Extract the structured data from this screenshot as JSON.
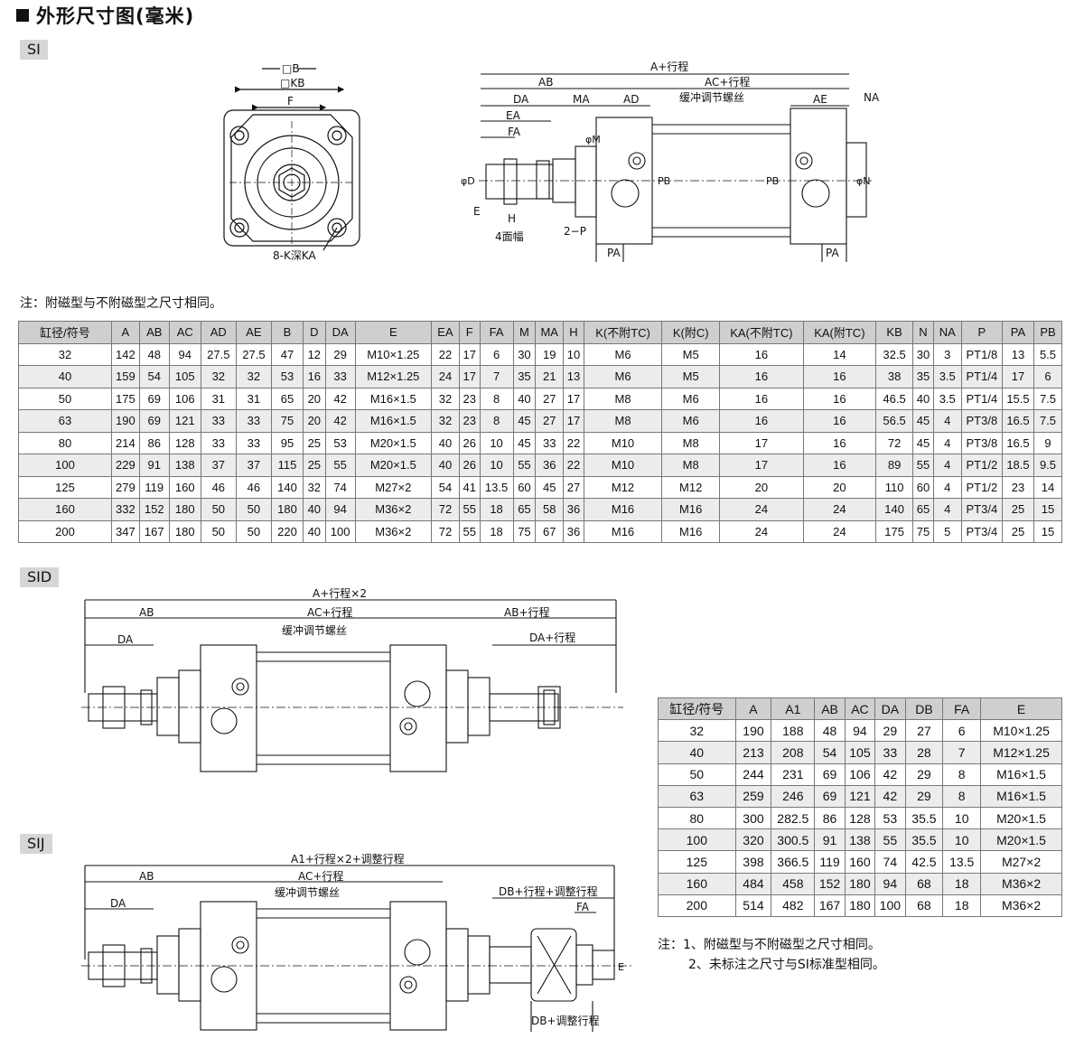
{
  "page_title": "外形尺寸图(毫米)",
  "sections": {
    "si": "SI",
    "sid": "SID",
    "sij": "SIJ"
  },
  "note1": "注：附磁型与不附磁型之尺寸相同。",
  "note2_line1": "注：1、附磁型与不附磁型之尺寸相同。",
  "note2_line2": "2、未标注之尺寸与SI标准型相同。",
  "si_front": {
    "b": "□B",
    "kb": "□KB",
    "f": "F",
    "hole": "8-K深KA"
  },
  "si_side": {
    "a_stroke": "A+行程",
    "ab": "AB",
    "ac_stroke": "AC+行程",
    "da": "DA",
    "ma": "MA",
    "ad": "AD",
    "ae": "AE",
    "na": "NA",
    "cushion": "缓冲调节螺丝",
    "ea": "EA",
    "fa": "FA",
    "phi_m": "φM",
    "phi_d": "φD",
    "pb": "PB",
    "phi_n": "φN",
    "e": "E",
    "h": "H",
    "four_face": "4面幅",
    "two_p": "2−P",
    "pa": "PA"
  },
  "sid": {
    "a_stroke2": "A+行程×2",
    "ab": "AB",
    "ac_stroke": "AC+行程",
    "ab_stroke": "AB+行程",
    "da": "DA",
    "da_stroke": "DA+行程",
    "cushion": "缓冲调节螺丝"
  },
  "sij": {
    "a1": "A1+行程×2+调整行程",
    "ab": "AB",
    "ac_stroke": "AC+行程",
    "da": "DA",
    "cushion": "缓冲调节螺丝",
    "db_stroke": "DB+行程+调整行程",
    "fa": "FA",
    "e": "E",
    "db_adjust": "DB+调整行程"
  },
  "table1": {
    "headers": [
      "缸径/符号",
      "A",
      "AB",
      "AC",
      "AD",
      "AE",
      "B",
      "D",
      "DA",
      "E",
      "EA",
      "F",
      "FA",
      "M",
      "MA",
      "H",
      "K(不附TC)",
      "K(附C)",
      "KA(不附TC)",
      "KA(附TC)",
      "KB",
      "N",
      "NA",
      "P",
      "PA",
      "PB"
    ],
    "rows": [
      [
        "32",
        "142",
        "48",
        "94",
        "27.5",
        "27.5",
        "47",
        "12",
        "29",
        "M10×1.25",
        "22",
        "17",
        "6",
        "30",
        "19",
        "10",
        "M6",
        "M5",
        "16",
        "14",
        "32.5",
        "30",
        "3",
        "PT1/8",
        "13",
        "5.5"
      ],
      [
        "40",
        "159",
        "54",
        "105",
        "32",
        "32",
        "53",
        "16",
        "33",
        "M12×1.25",
        "24",
        "17",
        "7",
        "35",
        "21",
        "13",
        "M6",
        "M5",
        "16",
        "16",
        "38",
        "35",
        "3.5",
        "PT1/4",
        "17",
        "6"
      ],
      [
        "50",
        "175",
        "69",
        "106",
        "31",
        "31",
        "65",
        "20",
        "42",
        "M16×1.5",
        "32",
        "23",
        "8",
        "40",
        "27",
        "17",
        "M8",
        "M6",
        "16",
        "16",
        "46.5",
        "40",
        "3.5",
        "PT1/4",
        "15.5",
        "7.5"
      ],
      [
        "63",
        "190",
        "69",
        "121",
        "33",
        "33",
        "75",
        "20",
        "42",
        "M16×1.5",
        "32",
        "23",
        "8",
        "45",
        "27",
        "17",
        "M8",
        "M6",
        "16",
        "16",
        "56.5",
        "45",
        "4",
        "PT3/8",
        "16.5",
        "7.5"
      ],
      [
        "80",
        "214",
        "86",
        "128",
        "33",
        "33",
        "95",
        "25",
        "53",
        "M20×1.5",
        "40",
        "26",
        "10",
        "45",
        "33",
        "22",
        "M10",
        "M8",
        "17",
        "16",
        "72",
        "45",
        "4",
        "PT3/8",
        "16.5",
        "9"
      ],
      [
        "100",
        "229",
        "91",
        "138",
        "37",
        "37",
        "115",
        "25",
        "55",
        "M20×1.5",
        "40",
        "26",
        "10",
        "55",
        "36",
        "22",
        "M10",
        "M8",
        "17",
        "16",
        "89",
        "55",
        "4",
        "PT1/2",
        "18.5",
        "9.5"
      ],
      [
        "125",
        "279",
        "119",
        "160",
        "46",
        "46",
        "140",
        "32",
        "74",
        "M27×2",
        "54",
        "41",
        "13.5",
        "60",
        "45",
        "27",
        "M12",
        "M12",
        "20",
        "20",
        "110",
        "60",
        "4",
        "PT1/2",
        "23",
        "14"
      ],
      [
        "160",
        "332",
        "152",
        "180",
        "50",
        "50",
        "180",
        "40",
        "94",
        "M36×2",
        "72",
        "55",
        "18",
        "65",
        "58",
        "36",
        "M16",
        "M16",
        "24",
        "24",
        "140",
        "65",
        "4",
        "PT3/4",
        "25",
        "15"
      ],
      [
        "200",
        "347",
        "167",
        "180",
        "50",
        "50",
        "220",
        "40",
        "100",
        "M36×2",
        "72",
        "55",
        "18",
        "75",
        "67",
        "36",
        "M16",
        "M16",
        "24",
        "24",
        "175",
        "75",
        "5",
        "PT3/4",
        "25",
        "15"
      ]
    ]
  },
  "table2": {
    "headers": [
      "缸径/符号",
      "A",
      "A1",
      "AB",
      "AC",
      "DA",
      "DB",
      "FA",
      "E"
    ],
    "rows": [
      [
        "32",
        "190",
        "188",
        "48",
        "94",
        "29",
        "27",
        "6",
        "M10×1.25"
      ],
      [
        "40",
        "213",
        "208",
        "54",
        "105",
        "33",
        "28",
        "7",
        "M12×1.25"
      ],
      [
        "50",
        "244",
        "231",
        "69",
        "106",
        "42",
        "29",
        "8",
        "M16×1.5"
      ],
      [
        "63",
        "259",
        "246",
        "69",
        "121",
        "42",
        "29",
        "8",
        "M16×1.5"
      ],
      [
        "80",
        "300",
        "282.5",
        "86",
        "128",
        "53",
        "35.5",
        "10",
        "M20×1.5"
      ],
      [
        "100",
        "320",
        "300.5",
        "91",
        "138",
        "55",
        "35.5",
        "10",
        "M20×1.5"
      ],
      [
        "125",
        "398",
        "366.5",
        "119",
        "160",
        "74",
        "42.5",
        "13.5",
        "M27×2"
      ],
      [
        "160",
        "484",
        "458",
        "152",
        "180",
        "94",
        "68",
        "18",
        "M36×2"
      ],
      [
        "200",
        "514",
        "482",
        "167",
        "180",
        "100",
        "68",
        "18",
        "M36×2"
      ]
    ]
  }
}
